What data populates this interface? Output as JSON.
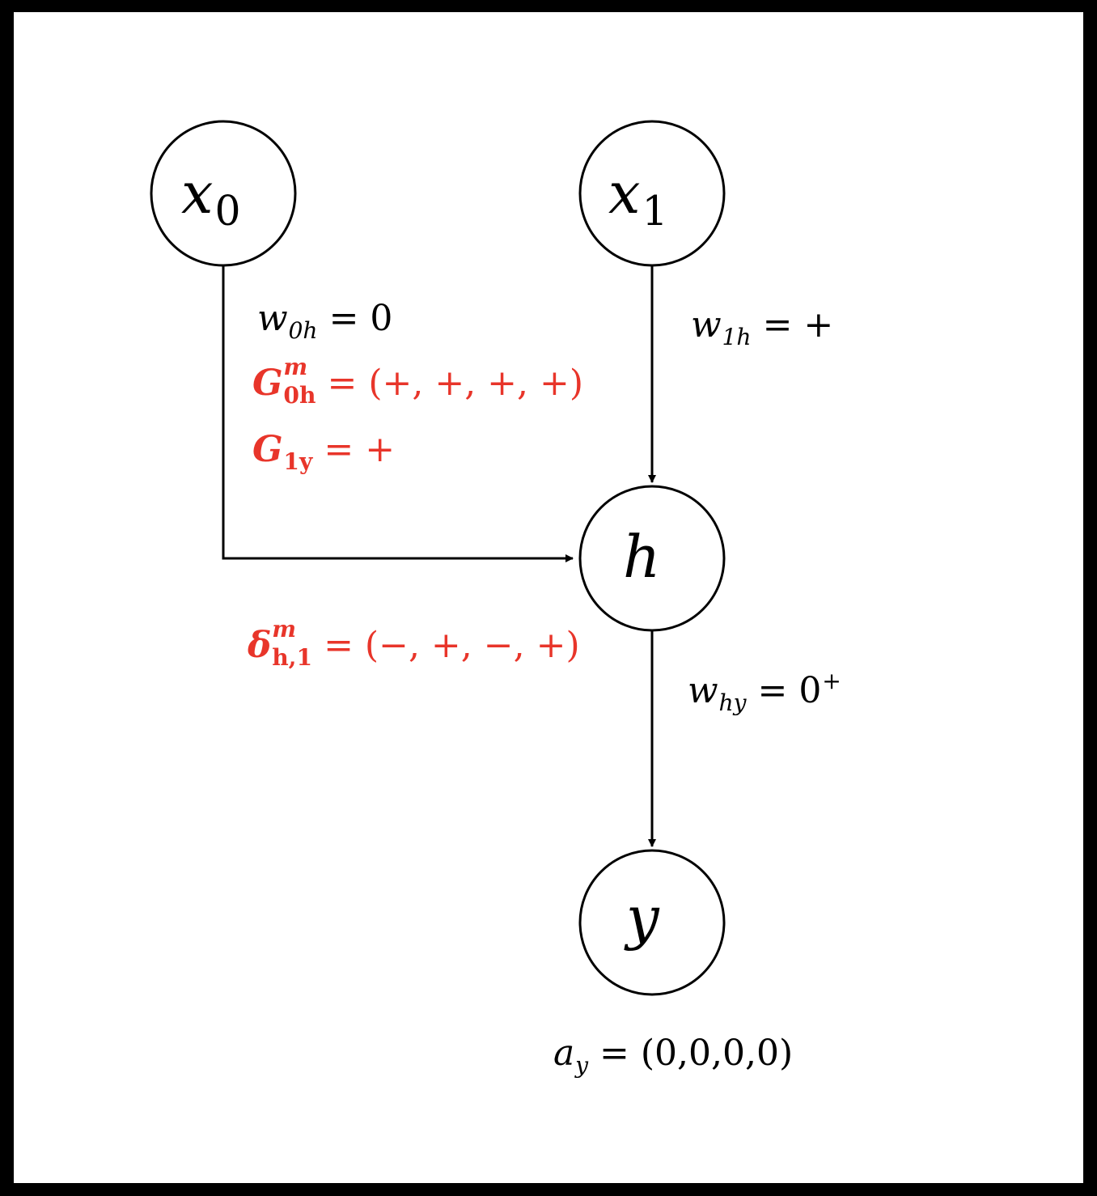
{
  "nodes": {
    "x0": {
      "symbol": "x",
      "subscript": "0"
    },
    "x1": {
      "symbol": "x",
      "subscript": "1"
    },
    "h": {
      "symbol": "h"
    },
    "y": {
      "symbol": "y"
    }
  },
  "edge_labels": {
    "w0h": {
      "symbol": "w",
      "subscript": "0h",
      "rest": " = 0"
    },
    "w1h": {
      "symbol": "w",
      "subscript": "1h",
      "rest": " = +"
    },
    "why": {
      "symbol": "w",
      "subscript": "hy",
      "rest": " = 0",
      "superscript": "+"
    }
  },
  "annotations": {
    "G0h": {
      "symbol": "G",
      "superscript": "m",
      "subscript": "0h",
      "rest": " = (+, +, +, +)"
    },
    "G1y": {
      "symbol": "G",
      "subscript": "1y",
      "rest": " = +"
    },
    "delta": {
      "symbol": "δ",
      "superscript": "m",
      "subscript": "h,1",
      "rest": " = (−, +, −, +)"
    },
    "ay": {
      "symbol": "a",
      "subscript": "y",
      "rest": " = (0,0,0,0)"
    }
  },
  "colors": {
    "frame": "#000000",
    "background": "#ffffff",
    "highlight": "#e8352a",
    "ink": "#000000"
  }
}
